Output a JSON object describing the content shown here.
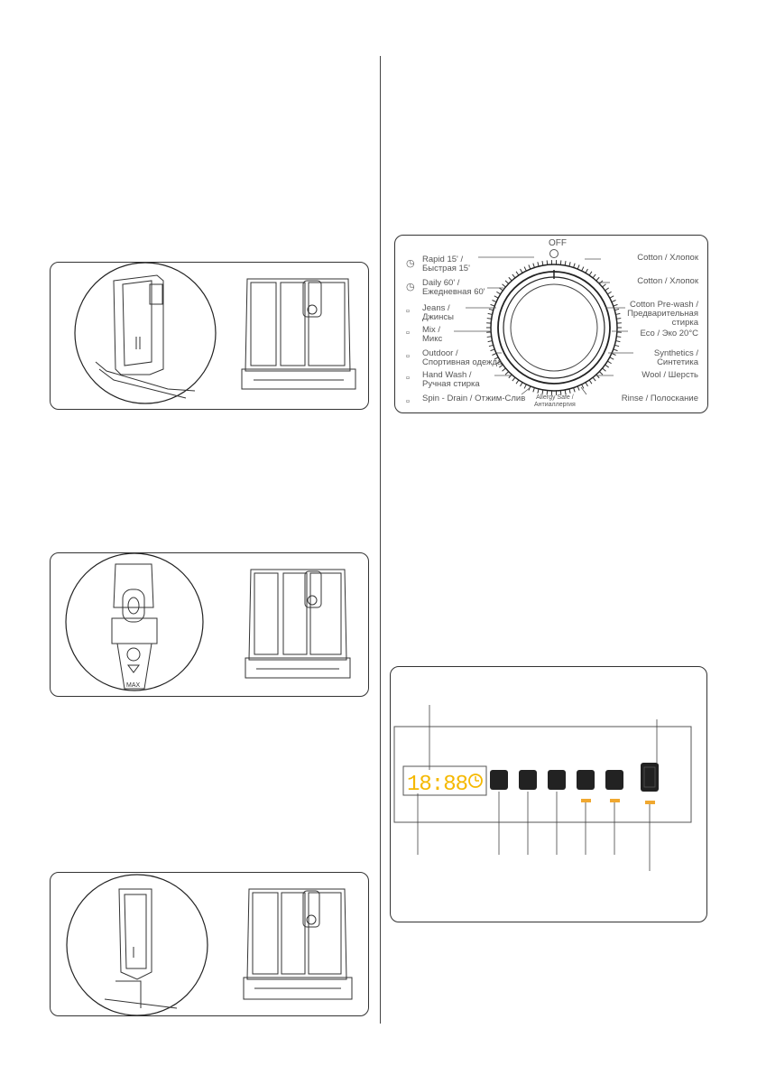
{
  "figures": {
    "fig1": {
      "pictogram": "detergent-drawer-insert-detail"
    },
    "fig2": {
      "max_label": "MAX"
    },
    "fig3": {
      "pictogram": "detergent-drawer-insert-removed"
    }
  },
  "dial": {
    "off_label": "OFF",
    "left_programs": [
      {
        "line1": "Rapid 15' /",
        "line2": "Быстрая 15'",
        "icon": "clock-icon"
      },
      {
        "line1": "Daily 60' /",
        "line2": "Ежедневная 60'",
        "icon": "clock-icon"
      },
      {
        "line1": "Jeans /",
        "line2": "Джинсы",
        "icon": "jeans-icon"
      },
      {
        "line1": "Mix /",
        "line2": "Микс",
        "icon": "mix-icon"
      },
      {
        "line1": "Outdoor /",
        "line2": "Спортивная одежда",
        "icon": "outdoor-icon"
      },
      {
        "line1": "Hand Wash /",
        "line2": "Ручная стирка",
        "icon": "handwash-icon"
      },
      {
        "line1": "Spin - Drain / Отжим-Слив",
        "line2": "",
        "icon": "spin-icon"
      }
    ],
    "right_programs": [
      {
        "line1": "Cotton / Хлопок",
        "line2": "",
        "icon": "cotton-eco-icon"
      },
      {
        "line1": "Cotton / Хлопок",
        "line2": "",
        "icon": "cotton-eco-icon"
      },
      {
        "line1": "Cotton Pre-wash /",
        "line2": "Предварительная",
        "line3": "стирка"
      },
      {
        "line1": "Eco / Эко 20°C",
        "line2": ""
      },
      {
        "line1": "Synthetics /",
        "line2": "Синтетика",
        "icon": "synthetics-icon"
      },
      {
        "line1": "Wool / Шерсть",
        "line2": "",
        "icon": "wool-icon"
      },
      {
        "line1": "Rinse / Полоскание",
        "line2": "",
        "icon": "rinse-icon"
      }
    ],
    "bottom_program": {
      "line1": "Allergy Safe /",
      "line2": "Антиаллергия"
    }
  },
  "control_panel": {
    "display_text": "18:88",
    "display_color": "#f5b800",
    "indicator_color": "#f0a830",
    "buttons": 6
  }
}
